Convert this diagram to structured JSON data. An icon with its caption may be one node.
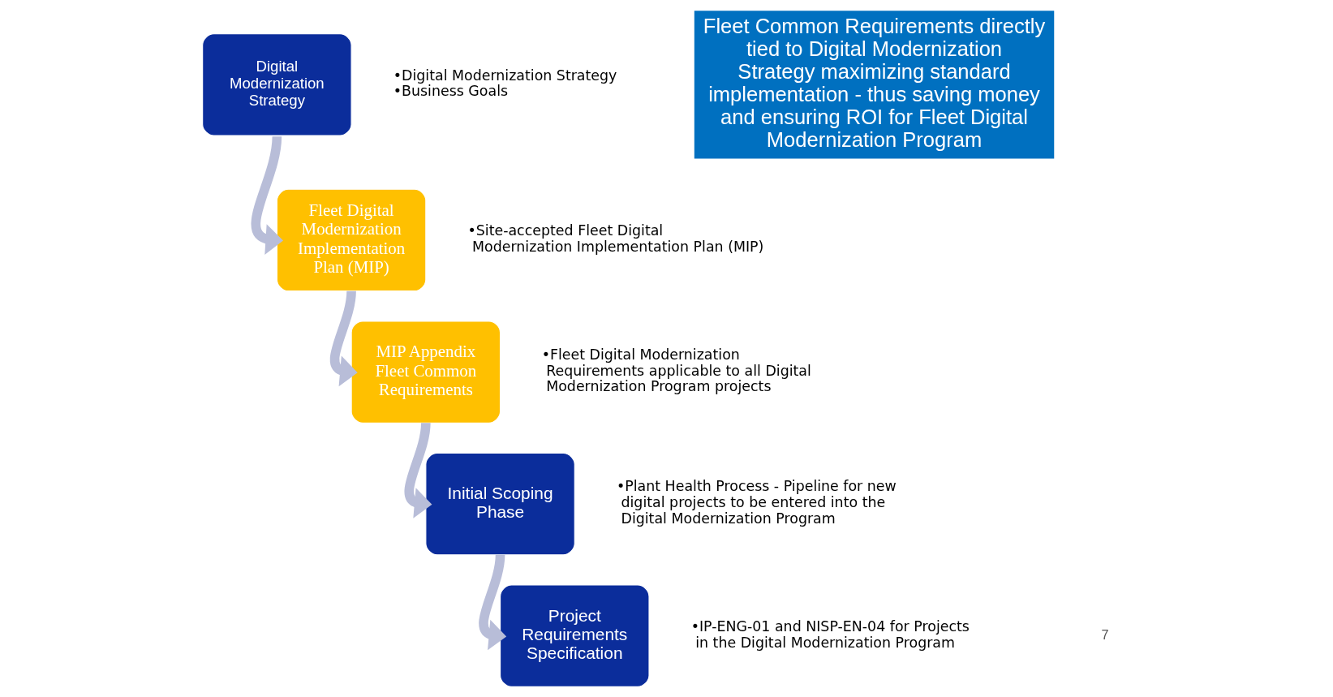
{
  "diagram": {
    "nodes": [
      {
        "text": [
          "Digital Modernization Strategy"
        ],
        "beside": [
          "•Digital Modernization Strategy",
          "•Business Goals"
        ]
      },
      {
        "text": [
          "Fleet Digital Modernization Implementation Plan (MIP)"
        ],
        "beside": [
          "•Site-accepted Fleet Digital Modernization Implementation Plan (MIP)"
        ]
      },
      {
        "text": [
          "MIP Appendix Fleet Common Requirements"
        ],
        "beside": [
          "•Fleet Digital Modernization Requirements applicable to all Digital Modernization Program projects"
        ]
      },
      {
        "text": [
          "Initial Scoping Phase"
        ],
        "beside": [
          "•Plant Health Process - Pipeline for new digital projects to be entered into the Digital Modernization Program"
        ]
      },
      {
        "text": [
          "Project Requirements Specification"
        ],
        "beside": [
          "•IP-ENG-01 and NISP-EN-04 for Projects in the Digital Modernization Program"
        ]
      },
      {
        "text": [
          "Fleet Common Requirements directly tied to Digital Modernization Strategy maximizing standard implementation - thus saving money and ensuring ROI for Fleet Digital Modernization Program"
        ]
      }
    ],
    "edges": [
      {
        "from": 0,
        "to": 1,
        "arrow": "to"
      },
      {
        "from": 1,
        "to": 2,
        "arrow": "to"
      },
      {
        "from": 2,
        "to": 3,
        "arrow": "to"
      },
      {
        "from": 3,
        "to": 4,
        "arrow": "to"
      }
    ],
    "labels": [
      "7"
    ]
  }
}
